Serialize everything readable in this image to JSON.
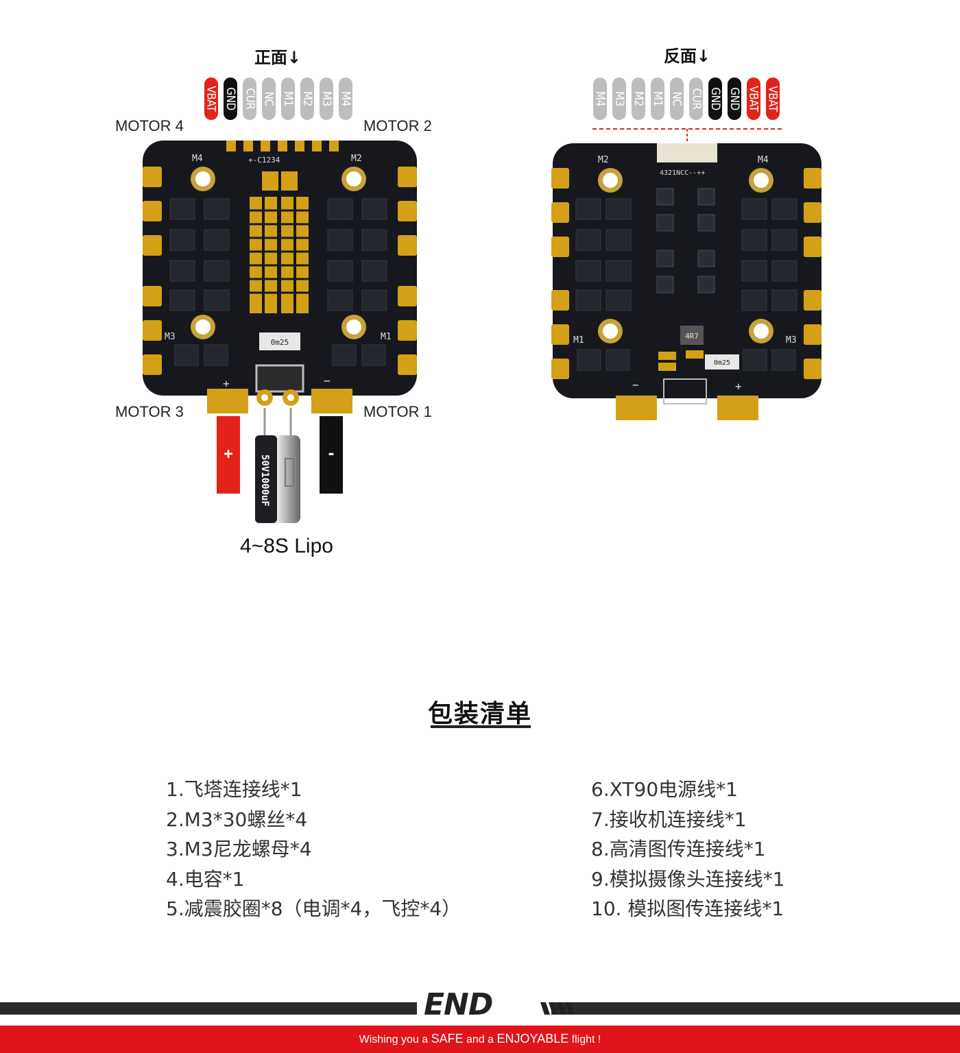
{
  "front": {
    "title": "正面↓",
    "pins": [
      {
        "label": "VBAT",
        "color": "#e2231a"
      },
      {
        "label": "GND",
        "color": "#111111"
      },
      {
        "label": "CUR",
        "color": "#bdbdbd"
      },
      {
        "label": "NC",
        "color": "#bdbdbd"
      },
      {
        "label": "M1",
        "color": "#bdbdbd"
      },
      {
        "label": "M2",
        "color": "#bdbdbd"
      },
      {
        "label": "M3",
        "color": "#bdbdbd"
      },
      {
        "label": "M4",
        "color": "#bdbdbd"
      }
    ],
    "motor_labels": {
      "m4": "MOTOR 4",
      "m2": "MOTOR 2",
      "m3": "MOTOR 3",
      "m1": "MOTOR 1"
    },
    "board_marks": {
      "m4": "M4",
      "m2": "M2",
      "m3": "M3",
      "m1": "M1",
      "plus": "+",
      "minus": "−",
      "header": "+-C1234",
      "shunt": "0m25"
    },
    "capacitor_label": "50V1000uF",
    "lead_plus": "+",
    "lead_minus": "-",
    "battery_label": "4~8S Lipo"
  },
  "back": {
    "title": "反面↓",
    "pins": [
      {
        "label": "M4",
        "color": "#bdbdbd"
      },
      {
        "label": "M3",
        "color": "#bdbdbd"
      },
      {
        "label": "M2",
        "color": "#bdbdbd"
      },
      {
        "label": "M1",
        "color": "#bdbdbd"
      },
      {
        "label": "NC",
        "color": "#bdbdbd"
      },
      {
        "label": "CUR",
        "color": "#bdbdbd"
      },
      {
        "label": "GND",
        "color": "#111111"
      },
      {
        "label": "GND",
        "color": "#111111"
      },
      {
        "label": "VBAT",
        "color": "#e2231a"
      },
      {
        "label": "VBAT",
        "color": "#e2231a"
      }
    ],
    "board_marks": {
      "m2": "M2",
      "m4": "M4",
      "m1": "M1",
      "m3": "M3",
      "minus": "−",
      "plus": "+",
      "inductor": "4R7",
      "shunt": "0m25",
      "header": "4321NCC--++"
    }
  },
  "package": {
    "title": "包装清单",
    "left_items": [
      "1.飞塔连接线*1",
      "2.M3*30螺丝*4",
      "3.M3尼龙螺母*4",
      "4.电容*1",
      "5.减震胶圈*8（电调*4，飞控*4）"
    ],
    "right_items": [
      "6.XT90电源线*1",
      "7.接收机连接线*1",
      "8.高清图传连接线*1",
      "9.模拟摄像头连接线*1",
      "10. 模拟图传连接线*1"
    ]
  },
  "footer": {
    "logo": "END",
    "slogan_parts": [
      "Wishing you a ",
      "SAFE",
      " and a ",
      "ENJOYABLE",
      " flight !"
    ],
    "colors": {
      "bar": "#2b2b2b",
      "band": "#e0141b"
    }
  }
}
